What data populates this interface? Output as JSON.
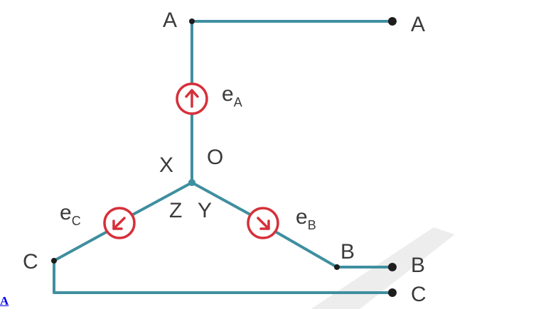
{
  "diagram": {
    "terminals": {
      "a_left": "A",
      "a_right": "A",
      "b_left": "B",
      "b_right": "B",
      "c_left": "C",
      "c_right": "C"
    },
    "center": {
      "x_label": "X",
      "o_label": "O",
      "z_label": "Z",
      "y_label": "Y"
    },
    "sources": {
      "a": {
        "letter": "e",
        "subscript": "A"
      },
      "b": {
        "letter": "e",
        "subscript": "B"
      },
      "c": {
        "letter": "e",
        "subscript": "C"
      }
    }
  },
  "corner_link": "A",
  "colors": {
    "wire": "#3f8f9f",
    "source": "#d6303a",
    "dot": "#1e1e1e",
    "text": "#3a3a3a",
    "watermark": "#ececec"
  }
}
